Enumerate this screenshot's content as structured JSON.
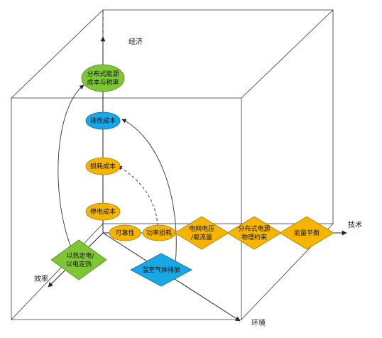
{
  "axes": {
    "economy": "经济",
    "technology": "技术",
    "efficiency": "效率",
    "environment": "环境"
  },
  "nodes": {
    "distributed_cost_tax": {
      "line1": "分布式能源",
      "line2": "成本与税率",
      "color": "#7ec636"
    },
    "emission_cost": {
      "text": "排放成本",
      "color": "#1aa7e6"
    },
    "loss_cost": {
      "text": "损耗成本",
      "color": "#f5b400"
    },
    "outage_cost": {
      "text": "停电成本",
      "color": "#f5b400"
    },
    "reliability": {
      "text": "可靠性",
      "color": "#f5b400"
    },
    "power_loss": {
      "text": "功率损耗",
      "color": "#f5b400"
    },
    "grid_voltage": {
      "line1": "电网电压",
      "line2": "/载流量",
      "color": "#f5b400"
    },
    "distributed_physical": {
      "line1": "分布式电源",
      "line2": "物理约束",
      "color": "#f5b400"
    },
    "energy_balance": {
      "text": "能量平衡",
      "color": "#f5b400"
    },
    "heat_power": {
      "line1": "以热定电/",
      "line2": "以电定热",
      "color": "#7ec636"
    },
    "ghg_emission": {
      "text": "温室气体排放",
      "color": "#1aa7e6"
    }
  }
}
